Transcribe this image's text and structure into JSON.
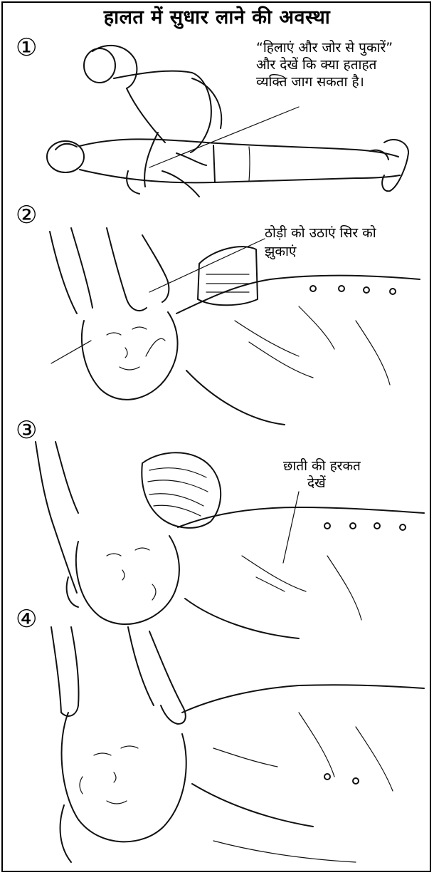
{
  "title": "हालत में सुधार लाने की अवस्था",
  "steps": [
    {
      "number": "①",
      "caption_lines": [
        "“हिलाएं और जोर से पुकारें”",
        "और देखें कि क्या हताहत",
        "व्यक्ति जाग सकता है।"
      ]
    },
    {
      "number": "②",
      "caption_lines": [
        "ठोड़ी को उठाएं सिर को",
        "झुकाएं"
      ]
    },
    {
      "number": "③",
      "caption_lines": [
        "छाती की हरकत",
        "देखें"
      ]
    },
    {
      "number": "④",
      "caption_lines": []
    }
  ]
}
